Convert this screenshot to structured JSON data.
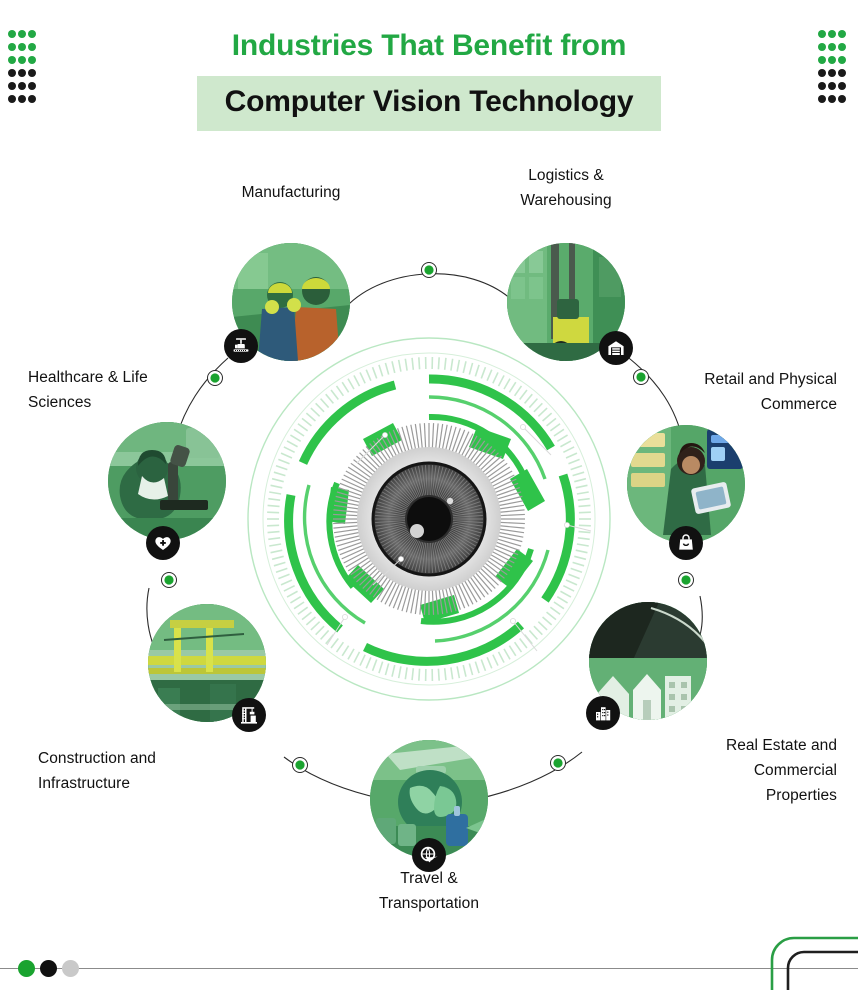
{
  "header": {
    "title_line1": "Industries That Benefit from",
    "title_line2": "Computer Vision Technology",
    "line1_color": "#22a844",
    "line2_color": "#111111",
    "highlight_bg": "#cfe8cd"
  },
  "theme": {
    "green": "#22a844",
    "bright_green": "#2fc34a",
    "dark": "#111111",
    "gray": "#bdbdbd",
    "photo_tint": "#3f9b53",
    "connector_stroke": "#2b2b2b"
  },
  "decor": {
    "dot_grid": {
      "columns": 3,
      "rows": 6,
      "green_rows": 3,
      "dark_rows": 3,
      "green": "#22a844",
      "dark": "#1a1a1a"
    },
    "footer_dots": [
      {
        "name": "footer-dot-green",
        "color": "#1aa32f"
      },
      {
        "name": "footer-dot-black",
        "color": "#111111"
      },
      {
        "name": "footer-dot-gray",
        "color": "#c9c9c9"
      }
    ],
    "footer_arcs": [
      {
        "name": "footer-arc-green",
        "color": "#2a9e45"
      },
      {
        "name": "footer-arc-black",
        "color": "#1f1f1f"
      }
    ]
  },
  "center_graphic": {
    "name": "computer-vision-eye-graphic",
    "description": "Stylized robotic eye with concentric green HUD rings and grayscale iris",
    "ring_color": "#2fc34a",
    "iris_color": "#4a4a4a",
    "pupil_color": "#0d0d0d"
  },
  "nodes": [
    {
      "id": "manufacturing",
      "label": "Manufacturing",
      "icon": "robot-arm-icon",
      "photo_alt": "Two factory workers in hard hats at a machine",
      "label_align": "center"
    },
    {
      "id": "logistics-warehousing",
      "label": "Logistics &\nWarehousing",
      "icon": "warehouse-icon",
      "photo_alt": "Forklift operator moving pallets in a warehouse",
      "label_align": "center"
    },
    {
      "id": "retail-physical-commerce",
      "label": "Retail and Physical\nCommerce",
      "icon": "shopping-bag-icon",
      "photo_alt": "Shop worker holding a tablet at a checkout display",
      "label_align": "right"
    },
    {
      "id": "real-estate-commercial-properties",
      "label": "Real Estate and\nCommercial\nProperties",
      "icon": "city-buildings-icon",
      "photo_alt": "Hand holding a pen over model houses and buildings",
      "label_align": "right"
    },
    {
      "id": "travel-transportation",
      "label": "Travel &\nTransportation",
      "icon": "globe-plane-icon",
      "photo_alt": "Globe with airplane and luggage for travel",
      "label_align": "center"
    },
    {
      "id": "construction-infrastructure",
      "label": "Construction and\nInfrastructure",
      "icon": "crane-icon",
      "photo_alt": "Construction crane over a bridge site",
      "label_align": "left"
    },
    {
      "id": "healthcare-life-sciences",
      "label": "Healthcare & Life\nSciences",
      "icon": "heart-cross-icon",
      "photo_alt": "Scientist using a microscope in a laboratory",
      "label_align": "left"
    }
  ],
  "connector_dots": {
    "count": 7,
    "fill": "#1aa32f",
    "ring": "#ffffff",
    "outline": "#2b2b2b"
  }
}
